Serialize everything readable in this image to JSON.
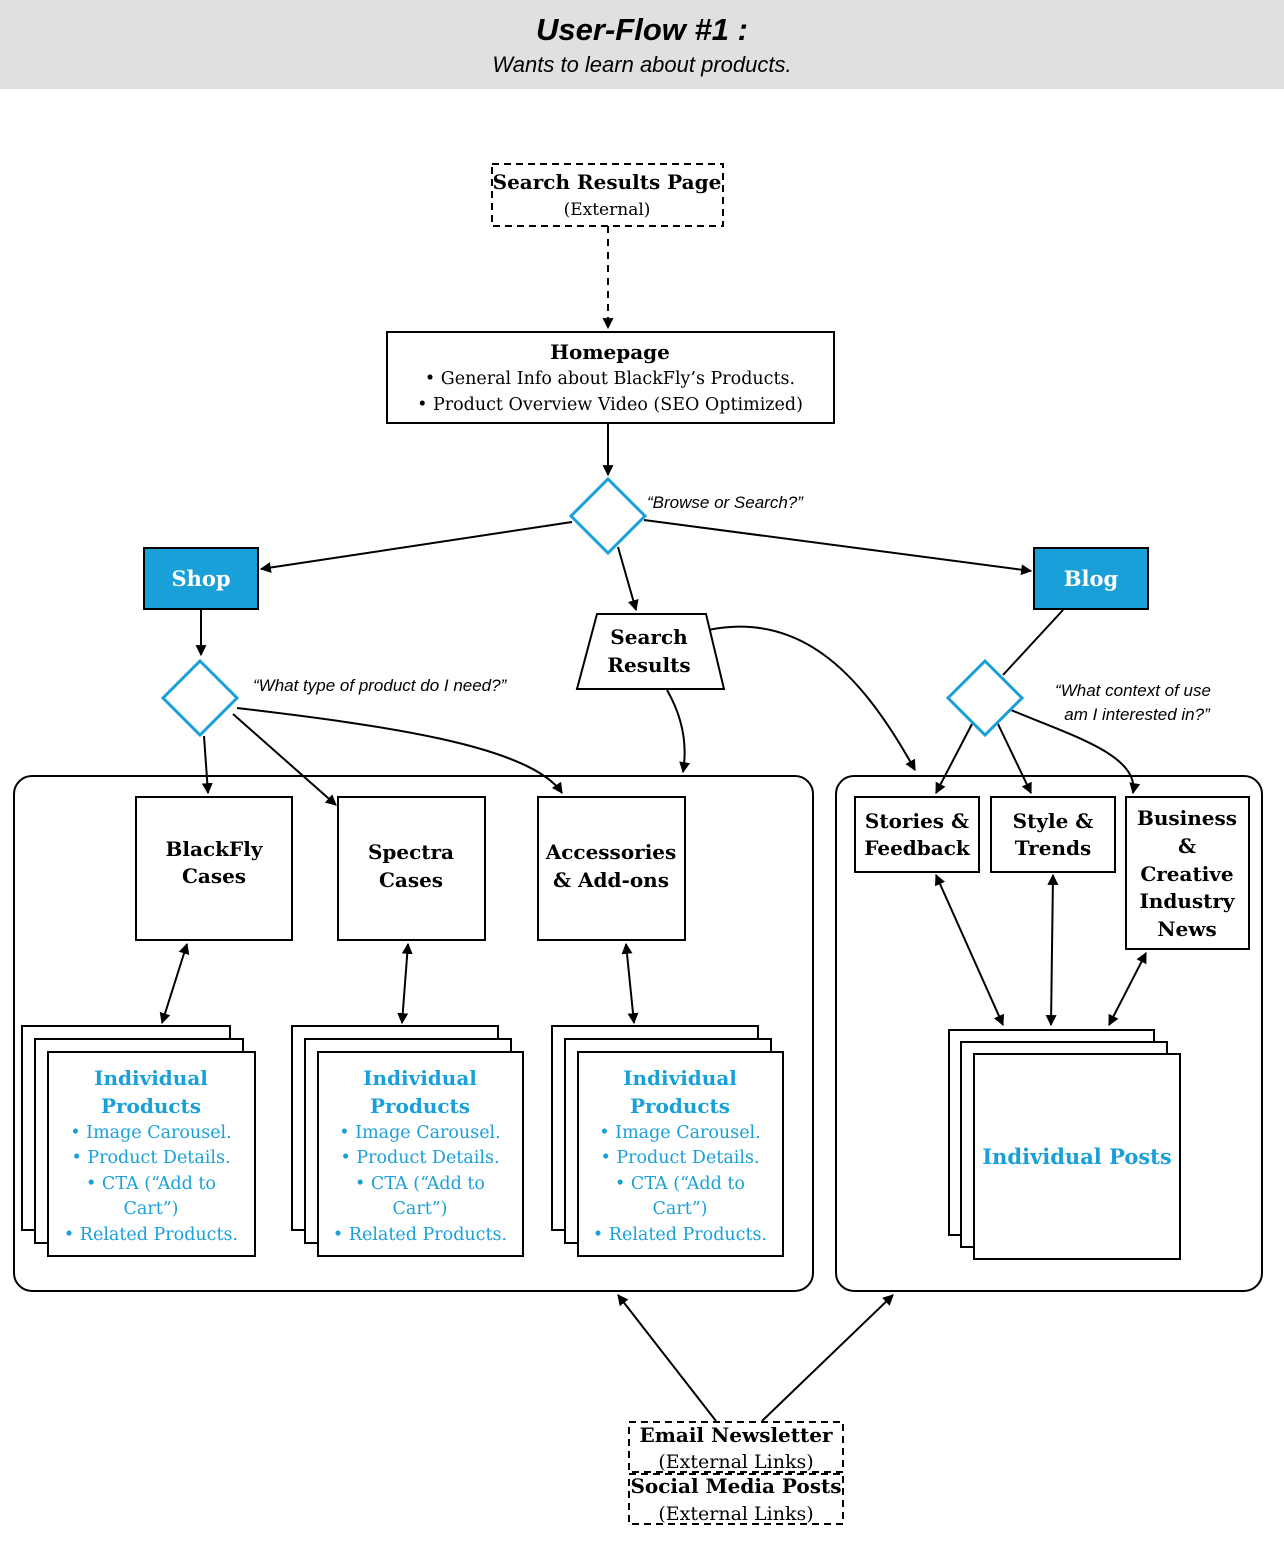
{
  "header": {
    "title": "User-Flow #1 :",
    "subtitle": "Wants to learn about products."
  },
  "nodes": {
    "search_results_page": {
      "title": "Search Results Page",
      "sub": "(External)"
    },
    "homepage": {
      "title": "Homepage",
      "bullets": [
        "• General Info about BlackFly’s Products.",
        "• Product Overview Video (SEO Optimized)"
      ]
    },
    "shop": "Shop",
    "blog": "Blog",
    "search_results": [
      "Search",
      "Results"
    ],
    "blackfly_cases": [
      "BlackFly",
      "Cases"
    ],
    "spectra_cases": [
      "Spectra",
      "Cases"
    ],
    "accessories": [
      "Accessories",
      "& Add-ons"
    ],
    "stories": [
      "Stories &",
      "Feedback"
    ],
    "style": [
      "Style &",
      "Trends"
    ],
    "business": [
      "Business",
      "&",
      "Creative",
      "Industry",
      "News"
    ],
    "individual_products": {
      "title": [
        "Individual",
        "Products"
      ],
      "bullets": [
        "• Image Carousel.",
        "• Product Details.",
        "• CTA (“Add to",
        "Cart”)",
        "• Related Products."
      ]
    },
    "individual_posts": "Individual Posts",
    "email_newsletter": {
      "title": "Email Newsletter",
      "sub": "(External Links)"
    },
    "social_media": {
      "title": "Social Media Posts",
      "sub": "(External Links)"
    }
  },
  "decisions": {
    "browse_or_search": "“Browse or Search?”",
    "product_type": "“What type of product do I need?”",
    "context_of_use": [
      "“What context of use",
      "am I interested in?”"
    ]
  },
  "colors": {
    "accent": "#1aa0d8",
    "header_bg": "#e0e0e0"
  }
}
